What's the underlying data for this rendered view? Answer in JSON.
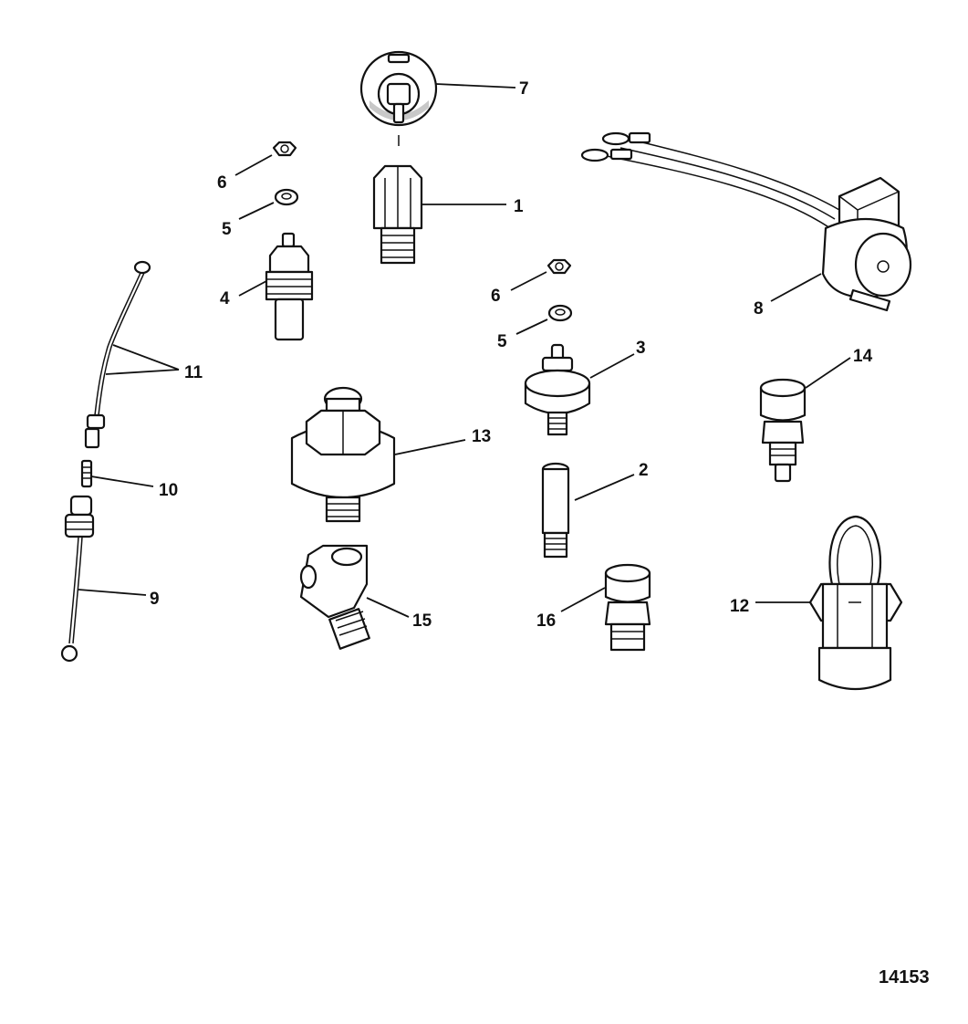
{
  "callouts": {
    "c1": "1",
    "c2": "2",
    "c3": "3",
    "c4": "4",
    "c5a": "5",
    "c5b": "5",
    "c6a": "6",
    "c6b": "6",
    "c7": "7",
    "c8": "8",
    "c9": "9",
    "c10": "10",
    "c11": "11",
    "c12": "12",
    "c13": "13",
    "c14": "14",
    "c15": "15",
    "c16": "16"
  },
  "figure_number": "14153"
}
